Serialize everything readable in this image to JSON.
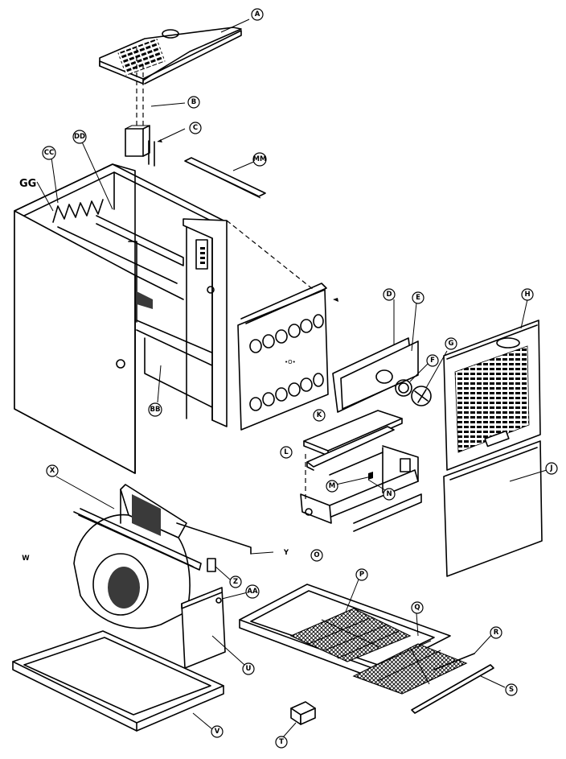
{
  "callouts": [
    {
      "id": "A",
      "text": "A"
    },
    {
      "id": "B",
      "text": "B"
    },
    {
      "id": "C",
      "text": "C"
    },
    {
      "id": "D",
      "text": "D"
    },
    {
      "id": "E",
      "text": "E"
    },
    {
      "id": "F",
      "text": "F"
    },
    {
      "id": "G",
      "text": "G"
    },
    {
      "id": "H",
      "text": "H"
    },
    {
      "id": "J",
      "text": "J"
    },
    {
      "id": "K",
      "text": "K"
    },
    {
      "id": "L",
      "text": "L"
    },
    {
      "id": "M",
      "text": "M"
    },
    {
      "id": "N",
      "text": "N"
    },
    {
      "id": "O",
      "text": "O"
    },
    {
      "id": "P",
      "text": "P"
    },
    {
      "id": "Q",
      "text": "Q"
    },
    {
      "id": "R",
      "text": "R"
    },
    {
      "id": "S",
      "text": "S"
    },
    {
      "id": "T",
      "text": "T"
    },
    {
      "id": "U",
      "text": "U"
    },
    {
      "id": "V",
      "text": "V"
    },
    {
      "id": "W",
      "text": "W"
    },
    {
      "id": "X",
      "text": "X"
    },
    {
      "id": "Y",
      "text": "Y"
    },
    {
      "id": "Z",
      "text": "Z"
    },
    {
      "id": "AA",
      "text": "AA"
    },
    {
      "id": "BB",
      "text": "BB"
    },
    {
      "id": "CC",
      "text": "CC"
    },
    {
      "id": "DD",
      "text": "DD"
    },
    {
      "id": "MM",
      "text": "MM"
    }
  ],
  "gg_label": "GG"
}
